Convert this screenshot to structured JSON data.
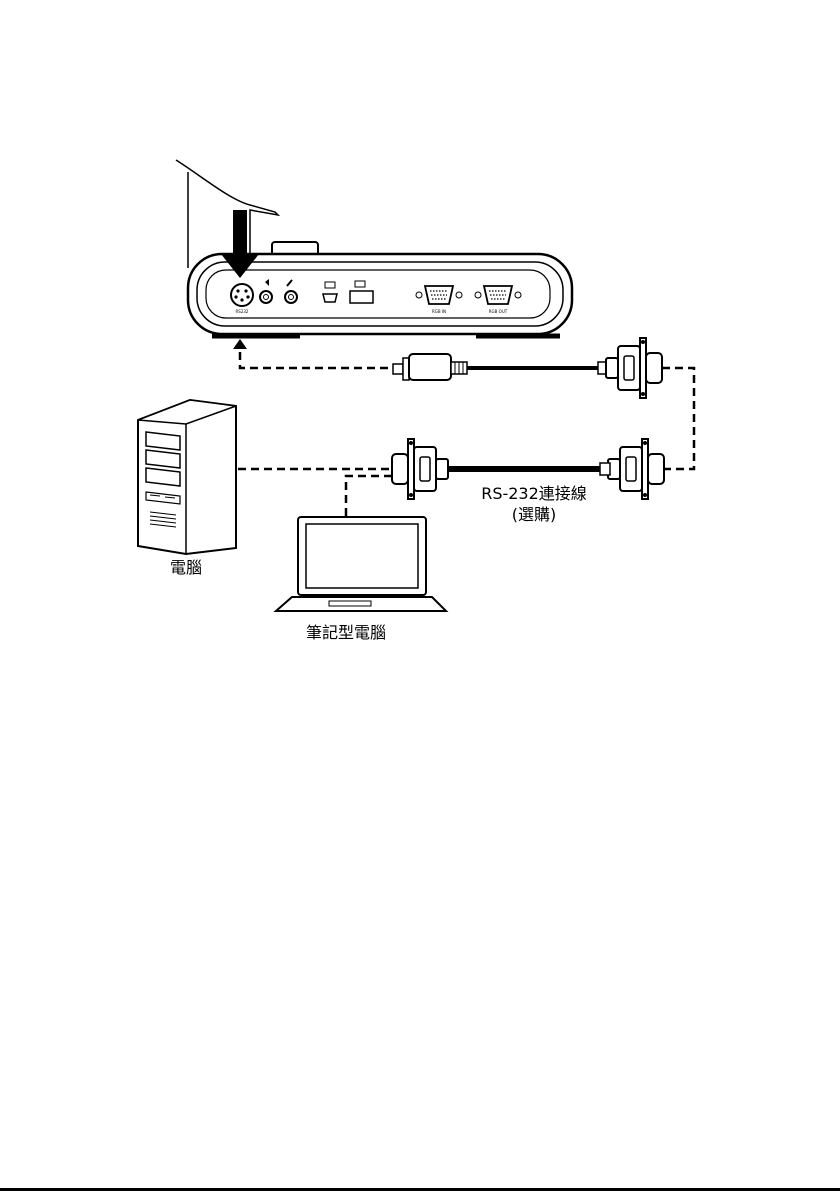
{
  "device": {
    "ports": {
      "rs232": "RS232",
      "rgb_in": "RGB IN",
      "rgb_out": "RGB OUT"
    }
  },
  "labels": {
    "cable": "RS-232連接線",
    "cable_note": "(選購)",
    "desktop": "電腦",
    "laptop": "筆記型電腦"
  },
  "colors": {
    "line": "#000000",
    "background": "#ffffff",
    "cable_grey": "#d9d9d9"
  }
}
